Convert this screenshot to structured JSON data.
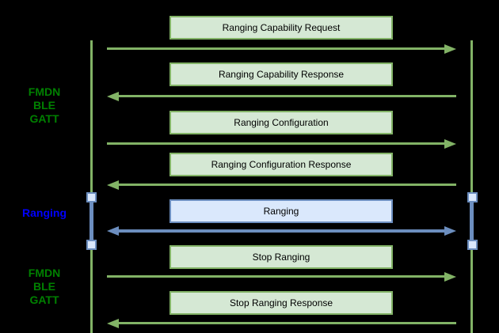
{
  "canvas": {
    "background": "#000000"
  },
  "palette": {
    "green_box_fill": "#d5e8d4",
    "green_box_stroke": "#82b366",
    "blue_box_fill": "#dae8fc",
    "blue_box_stroke": "#6c8ebf",
    "side_label_green": "#008000",
    "side_label_blue": "#0000ff",
    "box_text": "#000000"
  },
  "side_labels": {
    "top": {
      "lines": [
        "FMDN",
        "BLE",
        "GATT"
      ]
    },
    "middle": {
      "lines": [
        "Ranging"
      ]
    },
    "bottom": {
      "lines": [
        "FMDN",
        "BLE",
        "GATT"
      ]
    }
  },
  "messages": [
    {
      "label": "Ranging Capability Request",
      "direction": "right",
      "theme": "green"
    },
    {
      "label": "Ranging Capability Response",
      "direction": "left",
      "theme": "green"
    },
    {
      "label": "Ranging Configuration",
      "direction": "right",
      "theme": "green"
    },
    {
      "label": "Ranging Configuration Response",
      "direction": "left",
      "theme": "green"
    },
    {
      "label": "Ranging",
      "direction": "both",
      "theme": "blue"
    },
    {
      "label": "Stop Ranging",
      "direction": "right",
      "theme": "green"
    },
    {
      "label": "Stop Ranging Response",
      "direction": "left",
      "theme": "green"
    }
  ]
}
